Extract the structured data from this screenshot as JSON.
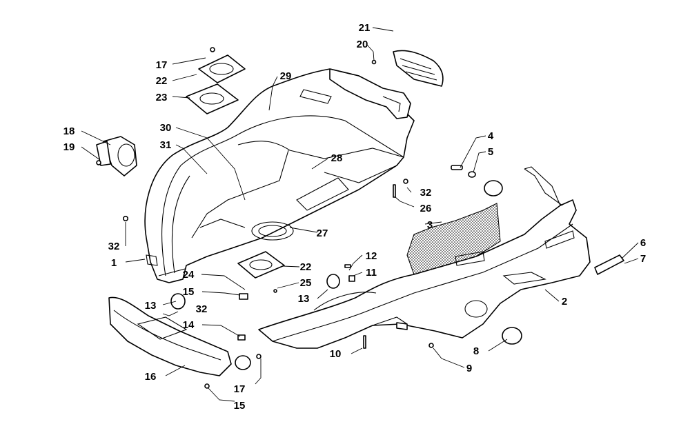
{
  "diagram": {
    "callouts": [
      {
        "id": "c21",
        "label": "21"
      },
      {
        "id": "c20",
        "label": "20"
      },
      {
        "id": "c17a",
        "label": "17"
      },
      {
        "id": "c22a",
        "label": "22"
      },
      {
        "id": "c23",
        "label": "23"
      },
      {
        "id": "c29",
        "label": "29"
      },
      {
        "id": "c18",
        "label": "18"
      },
      {
        "id": "c19",
        "label": "19"
      },
      {
        "id": "c30",
        "label": "30"
      },
      {
        "id": "c31",
        "label": "31"
      },
      {
        "id": "c28",
        "label": "28"
      },
      {
        "id": "c4",
        "label": "4"
      },
      {
        "id": "c5",
        "label": "5"
      },
      {
        "id": "c32a",
        "label": "32"
      },
      {
        "id": "c26",
        "label": "26"
      },
      {
        "id": "c3",
        "label": "3"
      },
      {
        "id": "c27",
        "label": "27"
      },
      {
        "id": "c32b",
        "label": "32"
      },
      {
        "id": "c1",
        "label": "1"
      },
      {
        "id": "c6",
        "label": "6"
      },
      {
        "id": "c7",
        "label": "7"
      },
      {
        "id": "c12",
        "label": "12"
      },
      {
        "id": "c11",
        "label": "11"
      },
      {
        "id": "c22b",
        "label": "22"
      },
      {
        "id": "c24",
        "label": "24"
      },
      {
        "id": "c25",
        "label": "25"
      },
      {
        "id": "c13a",
        "label": "13"
      },
      {
        "id": "c15a",
        "label": "15"
      },
      {
        "id": "c13b",
        "label": "13"
      },
      {
        "id": "c2",
        "label": "2"
      },
      {
        "id": "c32c",
        "label": "32"
      },
      {
        "id": "c14",
        "label": "14"
      },
      {
        "id": "c8",
        "label": "8"
      },
      {
        "id": "c10",
        "label": "10"
      },
      {
        "id": "c9",
        "label": "9"
      },
      {
        "id": "c16",
        "label": "16"
      },
      {
        "id": "c17b",
        "label": "17"
      },
      {
        "id": "c15b",
        "label": "15"
      }
    ]
  }
}
